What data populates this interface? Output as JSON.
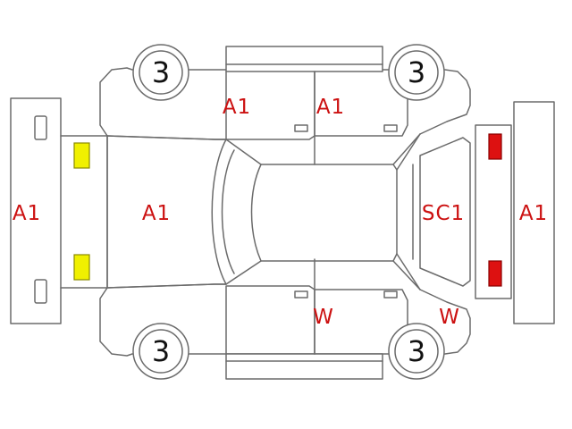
{
  "labels": {
    "front_bumper": "A1",
    "hood": "A1",
    "door_front_right": "A1",
    "door_rear_right": "A1",
    "back_door": "SC1",
    "rear_bumper": "A1",
    "door_rear_left": "W",
    "quarter_rear_left": "W"
  },
  "tires": {
    "front_right": "3",
    "rear_right": "3",
    "front_left": "3",
    "rear_left": "3"
  },
  "colors": {
    "label": "#cc1111",
    "headlamp": "#f0f000",
    "tail_lamp": "#dd1111",
    "outline": "#6b6b6b"
  },
  "icons": {
    "headlamp": "yellow-rectangle",
    "tail_lamp": "red-rectangle"
  }
}
